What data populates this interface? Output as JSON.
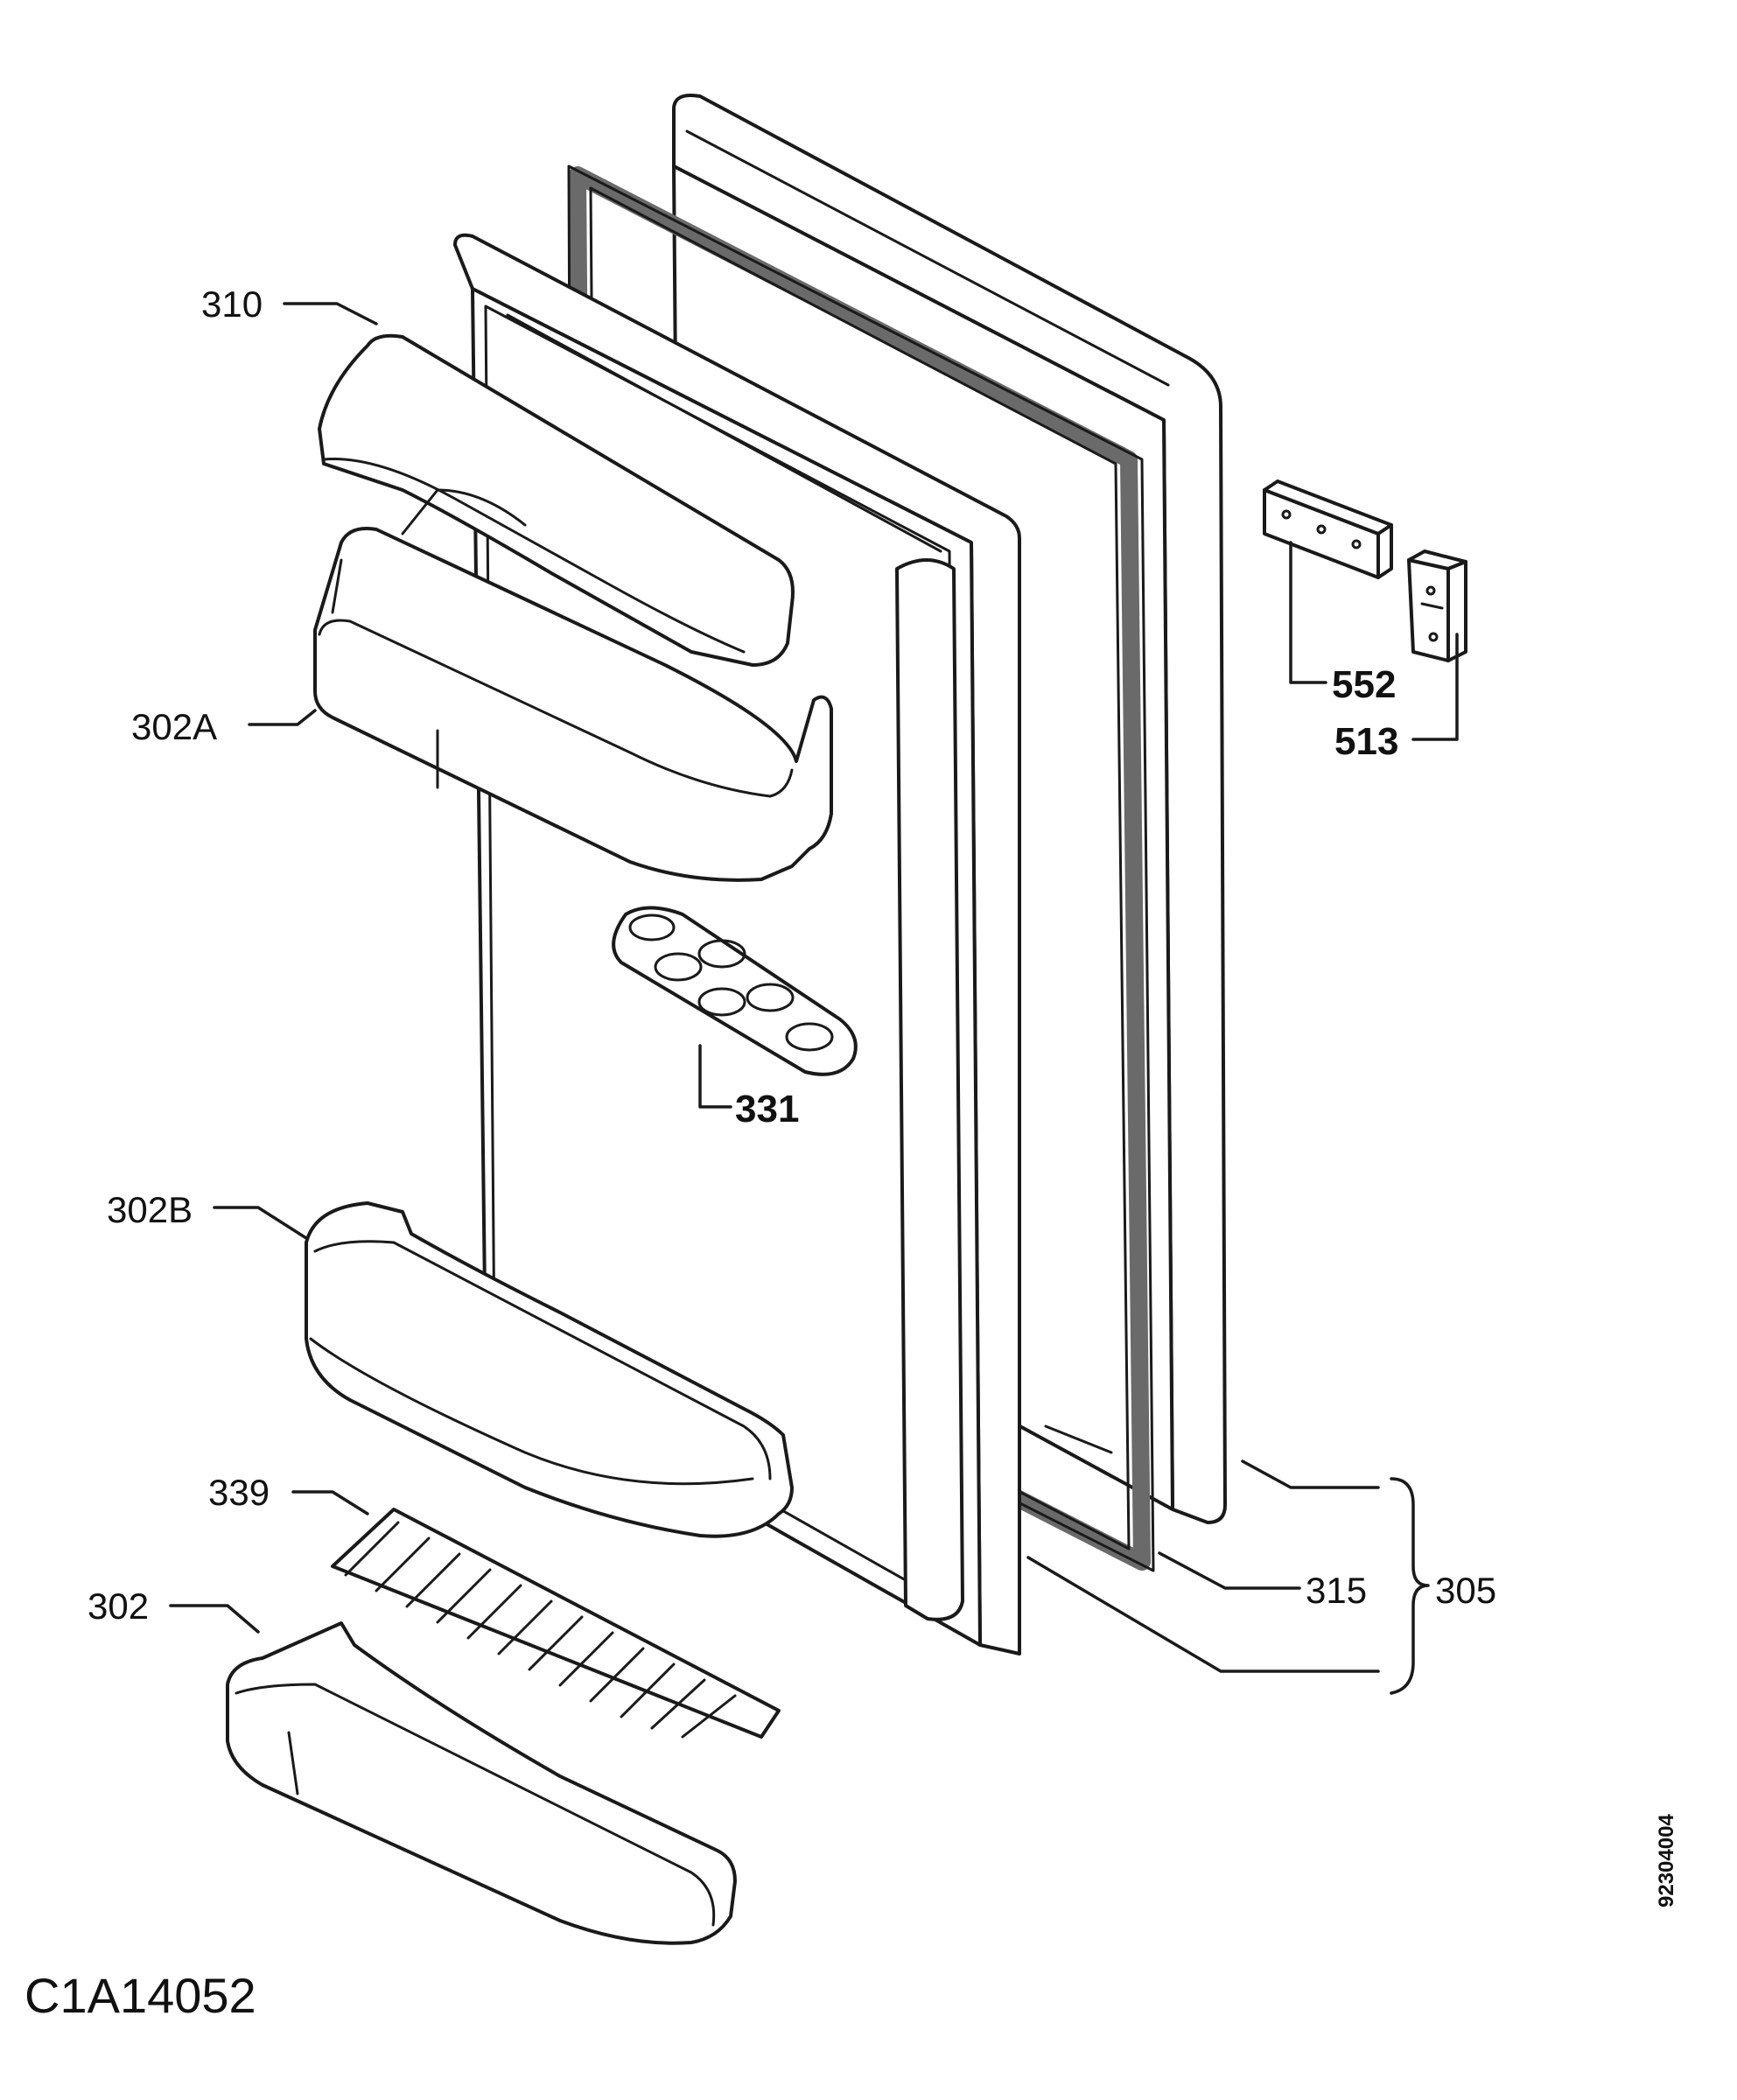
{
  "drawing": {
    "code": "C1A14052",
    "side_code": "92304004"
  },
  "labels": {
    "l310": "310",
    "l302a": "302A",
    "l302b": "302B",
    "l339": "339",
    "l302": "302",
    "l331": "331",
    "l552": "552",
    "l513": "513",
    "l315": "315",
    "l305": "305"
  }
}
